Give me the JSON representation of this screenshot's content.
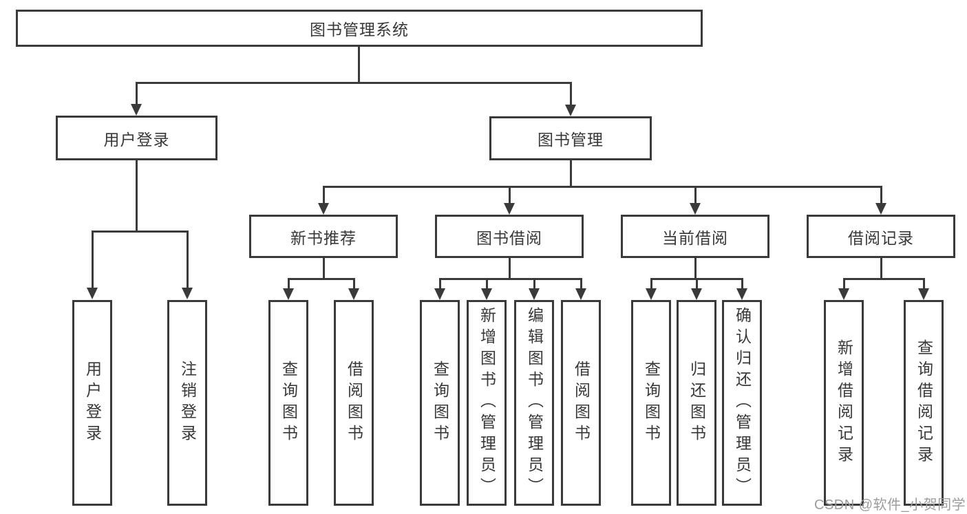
{
  "diagram": {
    "title": "图书管理系统",
    "level2": {
      "user_login": "用户登录",
      "book_management": "图书管理"
    },
    "level3": {
      "new_books": "新书推荐",
      "book_borrow": "图书借阅",
      "current_borrow": "当前借阅",
      "borrow_records": "借阅记录"
    },
    "leaves": {
      "user_login": [
        "用户登录",
        "注销登录"
      ],
      "new_books": [
        "查询图书",
        "借阅图书"
      ],
      "book_borrow": [
        "查询图书",
        "新增图书（管理员）",
        "编辑图书（管理员）",
        "借阅图书"
      ],
      "current_borrow": [
        "查询图书",
        "归还图书",
        "确认归还（管理员）"
      ],
      "borrow_records": [
        "新增借阅记录",
        "查询借阅记录"
      ]
    },
    "watermark": "CSDN @软件_小贺同学",
    "colors": {
      "line": "#3a3a3a",
      "text": "#383838",
      "watermark": "#9c9c9c"
    }
  }
}
